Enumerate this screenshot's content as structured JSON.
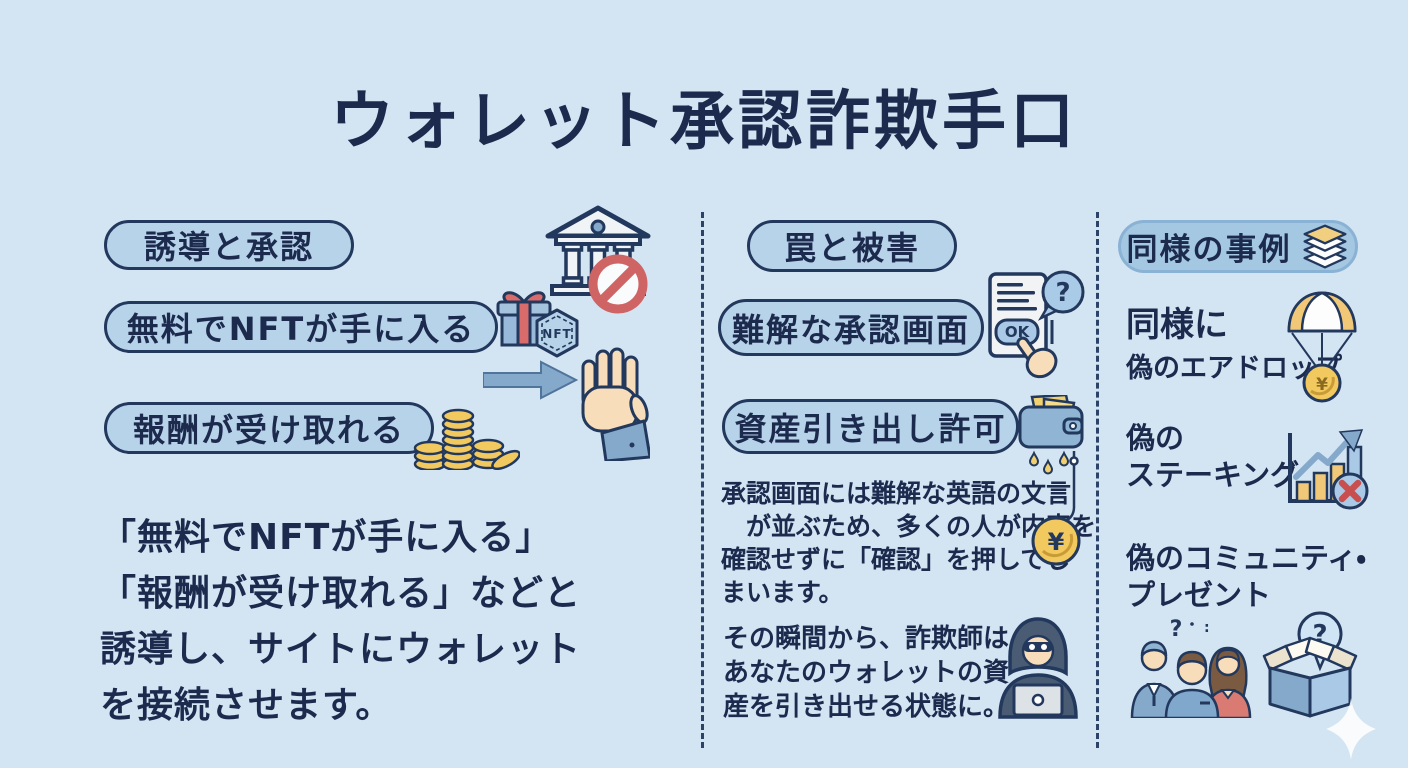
{
  "title": "ウォレット承認詐欺手口",
  "left": {
    "pill_guide": "誘導と承認",
    "pill_free_nft": "無料でNFTが手に入る",
    "pill_reward": "報酬が受け取れる",
    "description": "「無料でNFTが手に入る」\n「報酬が受け取れる」などと\n誘導し、サイトにウォレット\nを接続させます。"
  },
  "middle": {
    "pill_trap": "罠と被害",
    "pill_screen": "難解な承認画面",
    "pill_withdraw": "資産引き出し許可",
    "paragraph1": "承認画面には難解な英語の文言\n　が並ぶため、多くの人が内容を\n確認せずに「確認」を押してし\nまいます。",
    "paragraph2": "その瞬間から、詐欺師は\nあなたのウォレットの資\n産を引き出せる状態に。"
  },
  "right": {
    "pill_similar": "同様の事例",
    "item1_intro": "同様に",
    "item1": "偽のエアドロップ",
    "item2": "偽の\nステーキング",
    "item3": "偽のコミュニティ・\nプレゼント"
  },
  "icon_text": {
    "nft": "NFT",
    "ok": "OK",
    "question": "?",
    "yen": "¥",
    "colon": ":"
  },
  "colors": {
    "background": "#d3e4f2",
    "ink": "#1c2a4e",
    "pill_fill": "#b7d3e9",
    "pill_border": "#22385d",
    "pill_alt_fill": "#a4c7e2",
    "prohibition_red": "#cf6464",
    "coin_gold": "#f2c95e",
    "steel_blue": "#84a9cb",
    "skin": "#f8ddbb"
  }
}
